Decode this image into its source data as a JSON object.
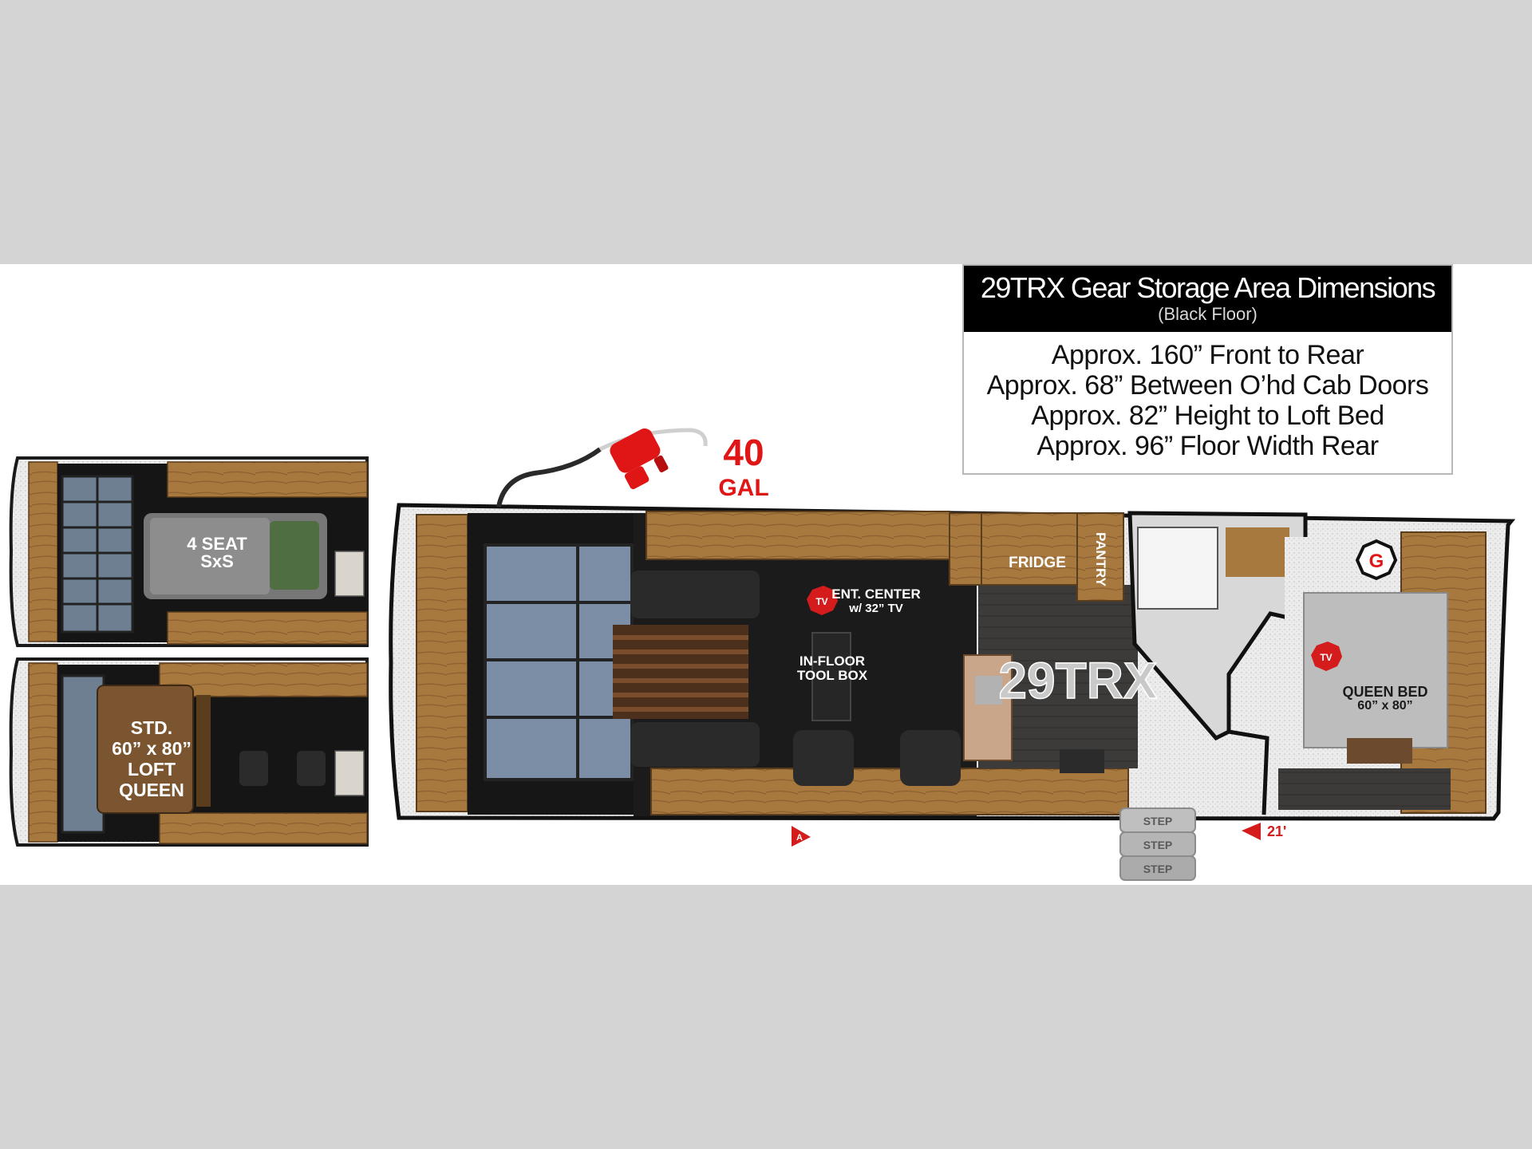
{
  "dimensions_box": {
    "title": "29TRX Gear Storage Area Dimensions",
    "subtitle": "(Black Floor)",
    "lines": [
      "Approx. 160” Front to Rear",
      "Approx. 68” Between O’hd Cab Doors",
      "Approx. 82” Height to Loft Bed",
      "Approx. 96” Floor Width Rear"
    ]
  },
  "fuel": {
    "amount": "40",
    "unit": "GAL"
  },
  "main_plan": {
    "model": "29TRX",
    "labels": {
      "tv_badge": "TV",
      "ent_center_1": "ENT. CENTER",
      "ent_center_2": "w/ 32” TV",
      "tool_box_1": "IN-FLOOR",
      "tool_box_2": "TOOL BOX",
      "fridge": "FRIDGE",
      "pantry": "PANTRY",
      "queen_bed_1": "QUEEN BED",
      "queen_bed_2": "60” x 80”",
      "step_1": "STEP",
      "step_2": "STEP",
      "step_3": "STEP",
      "awning_length": "21'",
      "generator_badge": "G"
    }
  },
  "option_sxs": {
    "label_1": "4 SEAT",
    "label_2": "SxS"
  },
  "option_loft": {
    "label_1": "STD.",
    "label_2": "60” x 80”",
    "label_3": "LOFT",
    "label_4": "QUEEN"
  },
  "colors": {
    "background": "#d4d4d4",
    "wood": "#a8793f",
    "floor": "#1b1b1b",
    "fuel_red": "#e01515",
    "carpet": "#e8e8e8"
  }
}
